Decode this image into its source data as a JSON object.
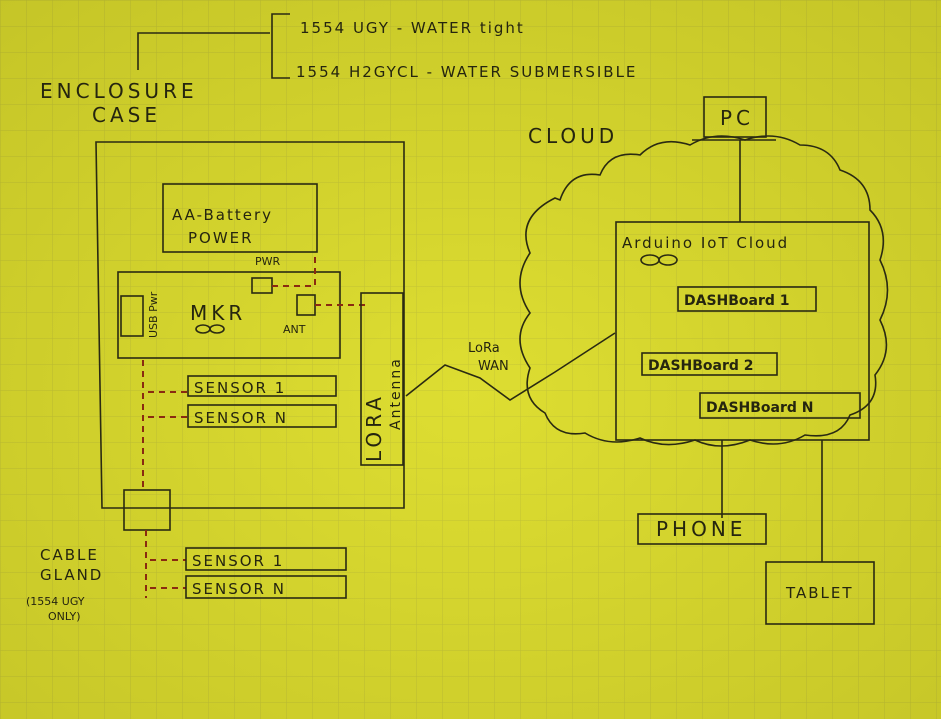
{
  "header": {
    "option1": "1554 UGY - WATER tight",
    "option2": "1554 H2GYCL - WATER SUBMERSIBLE",
    "enclosure_line1": "ENCLOSURE",
    "enclosure_line2": "CASE"
  },
  "enclosure": {
    "battery_line1": "AA-Battery",
    "battery_line2": "POWER",
    "pwr": "PWR",
    "usb": "USB Pwr",
    "mkr": "MKR",
    "ant": "ANT",
    "lora_antenna_1": "LORA",
    "lora_antenna_2": "Antenna",
    "sensor1": "SENSOR 1",
    "sensorN": "SENSOR N"
  },
  "cable_gland": {
    "line1": "CABLE",
    "line2": "GLAND",
    "note1": "(1554 UGY",
    "note2": "ONLY)",
    "sensor1": "SENSOR 1",
    "sensorN": "SENSOR N"
  },
  "link": {
    "line1": "LoRa",
    "line2": "WAN"
  },
  "cloud": {
    "label": "CLOUD",
    "pc": "PC",
    "platform": "Arduino IoT Cloud",
    "dashboards": [
      "DASHBoard 1",
      "DASHBoard 2",
      "DASHBoard N"
    ],
    "phone": "PHONE",
    "tablet": "TABLET"
  }
}
